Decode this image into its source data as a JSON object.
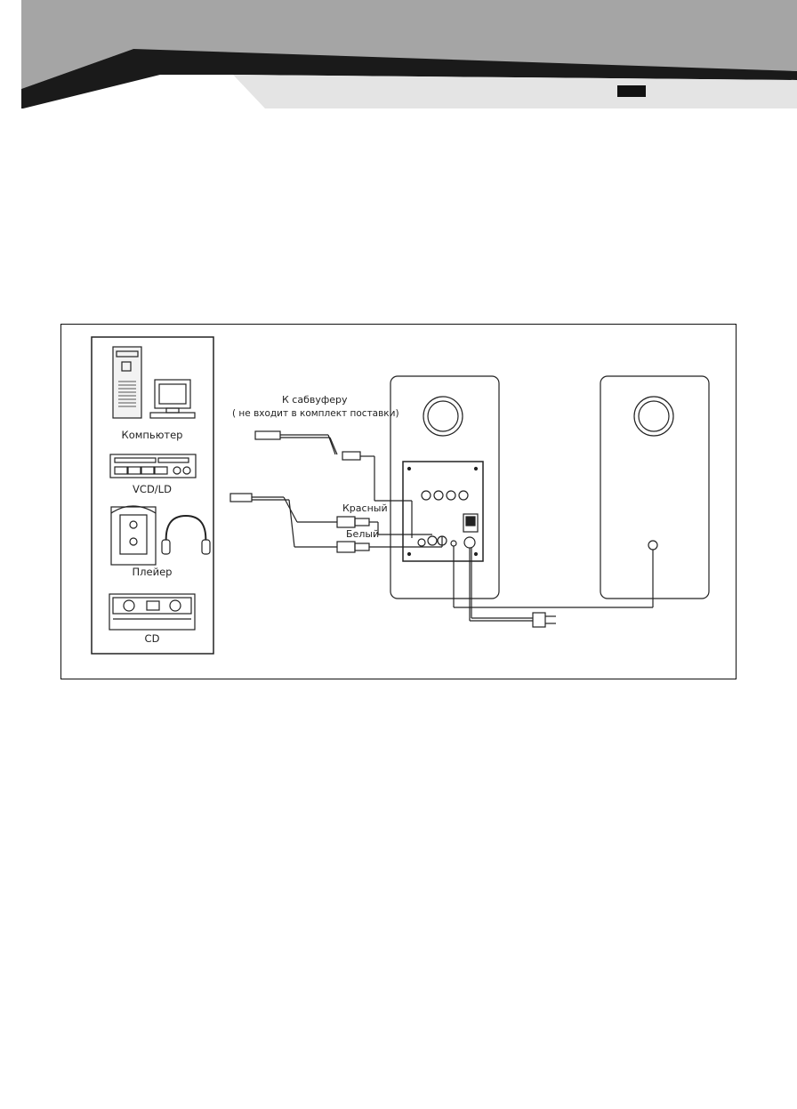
{
  "header": {
    "colors": {
      "band": "#a5a5a5",
      "dark": "#1a1a1a",
      "light": "#e4e4e4",
      "tab": "#111111"
    }
  },
  "sources": [
    {
      "label": "Компьютер",
      "icon": "computer-icon"
    },
    {
      "label": "VCD/LD",
      "icon": "vcd-player-icon"
    },
    {
      "label": "Плейер",
      "icon": "cassette-player-icon"
    },
    {
      "label": "CD",
      "icon": "cd-player-icon"
    }
  ],
  "labels": {
    "subwoofer_line1": "К сабвуферу",
    "subwoofer_line2": "( не входит в комплект поставки)",
    "red": "Красный",
    "white": "Белый"
  }
}
